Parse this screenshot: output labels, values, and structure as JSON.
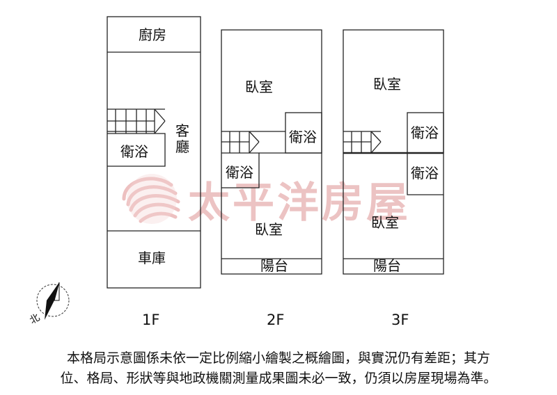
{
  "watermark": {
    "text": "太平洋房屋"
  },
  "floors": {
    "f1": {
      "label": "1F",
      "rooms": {
        "kitchen": "廚房",
        "living_1": "客",
        "living_2": "廳",
        "bathroom": "衛浴",
        "garage": "車庫"
      }
    },
    "f2": {
      "label": "2F",
      "rooms": {
        "bedroom_top": "臥室",
        "bathroom_right": "衛浴",
        "bathroom_left": "衛浴",
        "bedroom_bottom": "臥室",
        "balcony": "陽台"
      }
    },
    "f3": {
      "label": "3F",
      "rooms": {
        "bedroom_top": "臥室",
        "bathroom_upper": "衛浴",
        "bathroom_lower": "衛浴",
        "bedroom_bottom": "臥室",
        "balcony": "陽台"
      }
    }
  },
  "compass": {
    "north_label": "北"
  },
  "disclaimer": {
    "line1": "本格局示意圖係未依一定比例縮小繪製之概繪圖，與實況仍有差距；其方",
    "line2": "位、格局、形狀等與地政機關測量成果圖未必一致，仍須以房屋現場為準。"
  }
}
